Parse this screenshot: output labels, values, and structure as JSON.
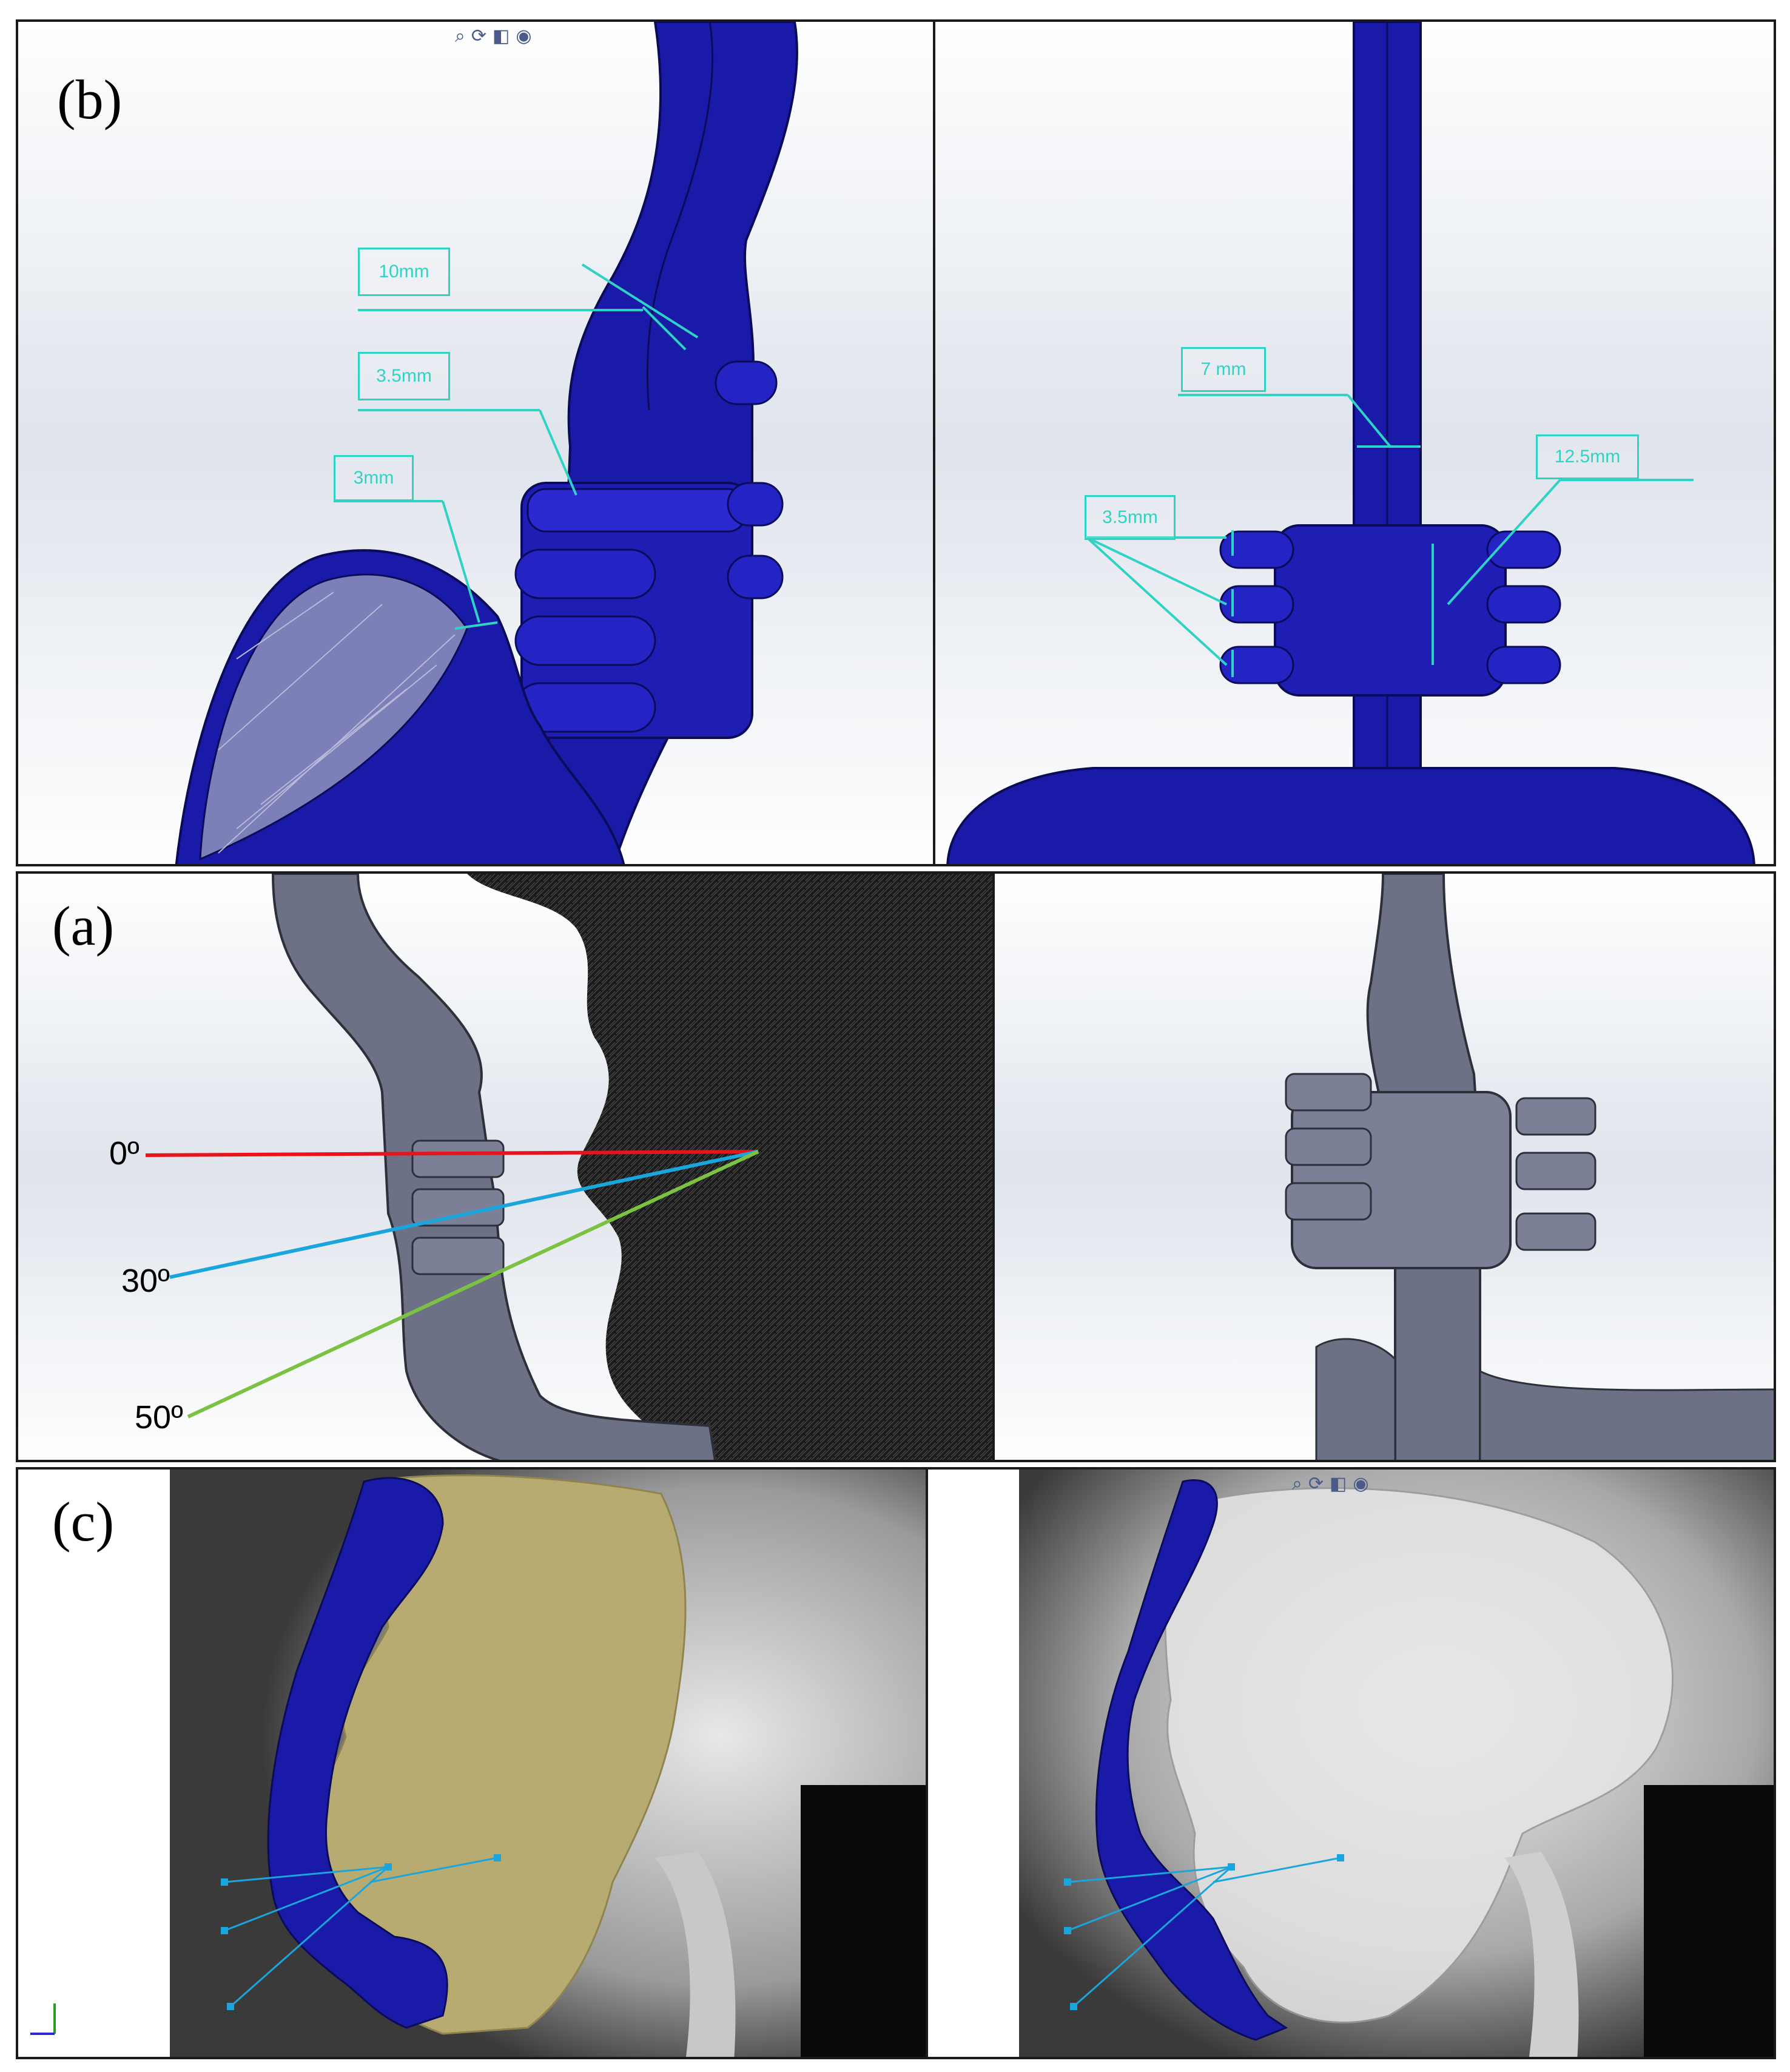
{
  "panels": {
    "b": {
      "label": "(b)",
      "dims_left": [
        "10mm",
        "3.5mm",
        "3mm"
      ],
      "dims_right": [
        "7 mm",
        "12.5mm",
        "3.5mm"
      ]
    },
    "a": {
      "label": "(a)",
      "angles": [
        "0º",
        "30º",
        "50º"
      ]
    },
    "c": {
      "label": "(c)"
    }
  },
  "colors": {
    "device_blue": "#1a1aa8",
    "device_grey": "#6d7185",
    "dim_cyan": "#2fd3c4",
    "angle0": "#e8141c",
    "angle30": "#1aa6dc",
    "angle50": "#7cc242",
    "bone": "#b8ab72"
  },
  "icons": [
    "zoom-icon",
    "rotate-icon",
    "view-icon",
    "display-icon"
  ]
}
